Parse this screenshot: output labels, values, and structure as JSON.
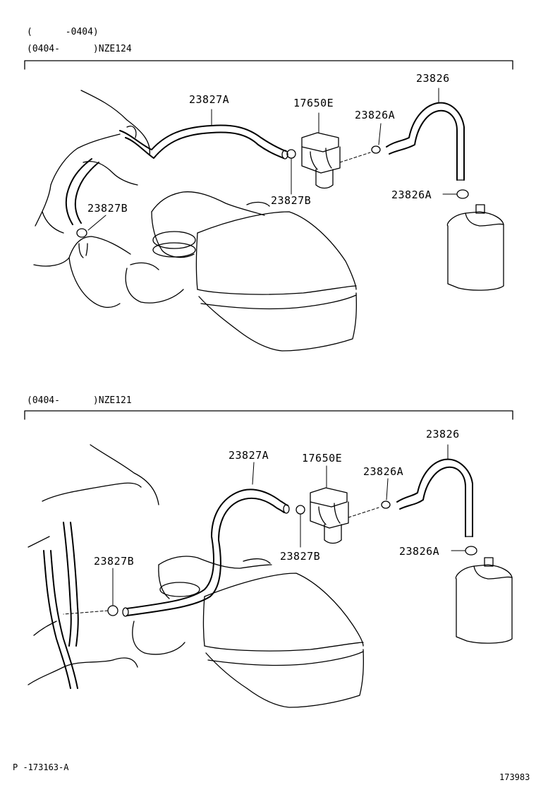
{
  "sections": [
    {
      "applicability": [
        "(      -0404)",
        "(0404-      )NZE124"
      ],
      "callouts": [
        {
          "id": "a",
          "text": "23827A"
        },
        {
          "id": "b",
          "text": "17650E"
        },
        {
          "id": "c",
          "text": "23826"
        },
        {
          "id": "d",
          "text": "23826A"
        },
        {
          "id": "e",
          "text": "23826A"
        },
        {
          "id": "f",
          "text": "23827B"
        },
        {
          "id": "g",
          "text": "23827B"
        }
      ]
    },
    {
      "applicability": [
        "(0404-      )NZE121"
      ],
      "callouts": [
        {
          "id": "a",
          "text": "23827A"
        },
        {
          "id": "b",
          "text": "17650E"
        },
        {
          "id": "c",
          "text": "23826"
        },
        {
          "id": "d",
          "text": "23826A"
        },
        {
          "id": "e",
          "text": "23826A"
        },
        {
          "id": "f",
          "text": "23827B"
        },
        {
          "id": "g",
          "text": "23827B"
        }
      ]
    }
  ],
  "footer": {
    "illustration_code": "P -173163-A",
    "figure_number": "173983"
  }
}
